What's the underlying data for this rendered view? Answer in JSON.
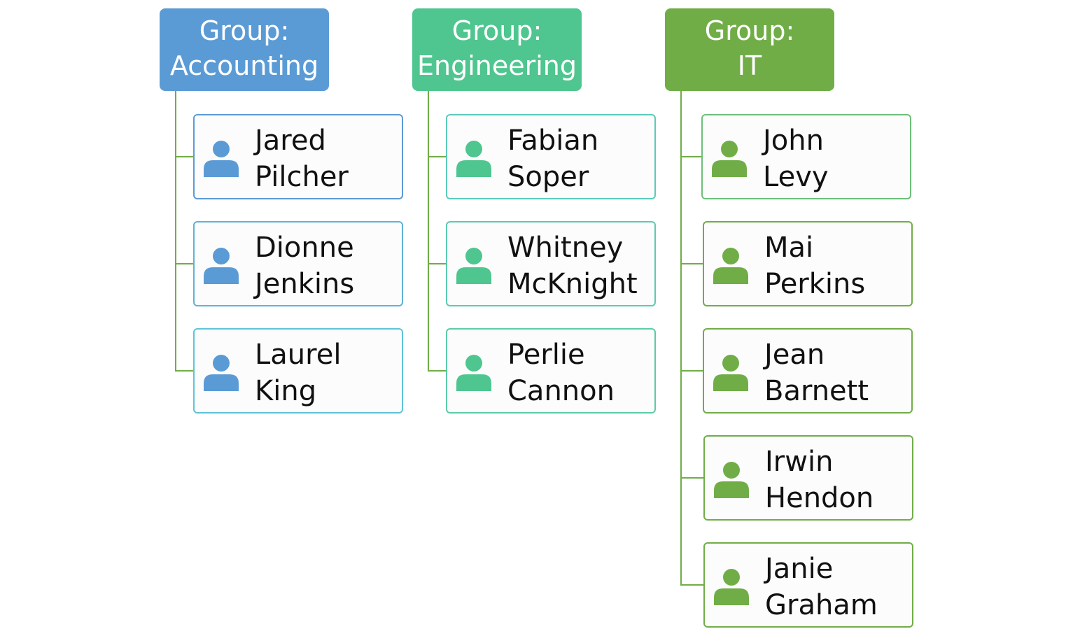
{
  "diagram": {
    "groups": [
      {
        "header_line1": "Group:",
        "header_line2": "Accounting",
        "header_color": "#5b9bd5",
        "connector_color": "#70ad47",
        "card_border_colors": [
          "#5b9bd5",
          "#5eb3d6",
          "#5ec4d8"
        ],
        "icon_color": "#5b9bd5",
        "members": [
          {
            "first": "Jared",
            "last": "Pilcher"
          },
          {
            "first": "Dionne",
            "last": "Jenkins"
          },
          {
            "first": "Laurel",
            "last": "King"
          }
        ]
      },
      {
        "header_line1": "Group:",
        "header_line2": "Engineering",
        "header_color": "#4fc68f",
        "connector_color": "#70ad47",
        "card_border_colors": [
          "#5ccbbb",
          "#5ccbb0",
          "#5ccba8"
        ],
        "icon_color": "#4fc68f",
        "members": [
          {
            "first": "Fabian",
            "last": "Soper"
          },
          {
            "first": "Whitney",
            "last": "McKnight"
          },
          {
            "first": "Perlie",
            "last": "Cannon"
          }
        ]
      },
      {
        "header_line1": "Group:",
        "header_line2": "IT",
        "header_color": "#70ad47",
        "connector_color": "#70ad47",
        "card_border_colors": [
          "#6cc07a",
          "#70ad47",
          "#70ad47",
          "#70ad47",
          "#70ad47"
        ],
        "icon_color": "#70ad47",
        "members": [
          {
            "first": "John",
            "last": "Levy"
          },
          {
            "first": "Mai",
            "last": "Perkins"
          },
          {
            "first": "Jean",
            "last": "Barnett"
          },
          {
            "first": "Irwin",
            "last": "Hendon"
          },
          {
            "first": "Janie",
            "last": "Graham"
          }
        ]
      }
    ]
  }
}
